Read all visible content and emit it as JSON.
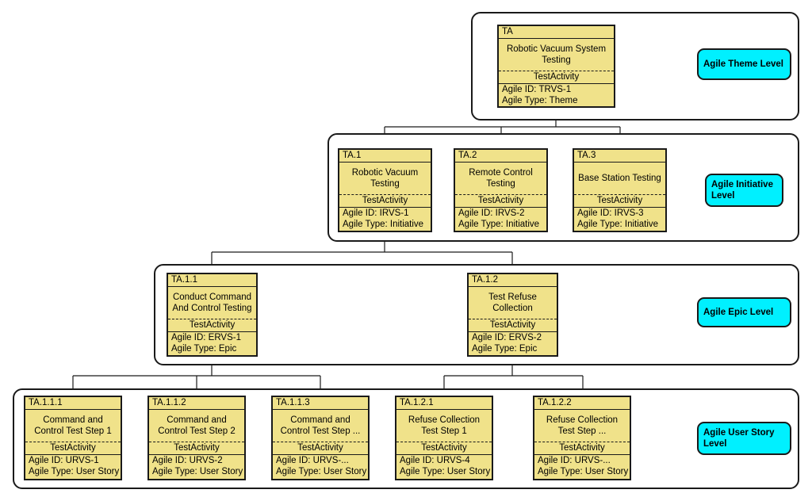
{
  "levels": {
    "theme": "Agile Theme Level",
    "initiative": "Agile Initiative Level",
    "epic": "Agile Epic Level",
    "story": "Agile User Story Level"
  },
  "nodes": {
    "ta": {
      "id": "TA",
      "name": "Robotic Vacuum System Testing",
      "type": "TestActivity",
      "agile_id": "Agile ID: TRVS-1",
      "agile_type": "Agile Type: Theme"
    },
    "ta1": {
      "id": "TA.1",
      "name": "Robotic Vacuum Testing",
      "type": "TestActivity",
      "agile_id": "Agile ID: IRVS-1",
      "agile_type": "Agile Type: Initiative"
    },
    "ta2": {
      "id": "TA.2",
      "name": "Remote Control Testing",
      "type": "TestActivity",
      "agile_id": "Agile ID: IRVS-2",
      "agile_type": "Agile Type: Initiative"
    },
    "ta3": {
      "id": "TA.3",
      "name": "Base Station Testing",
      "type": "TestActivity",
      "agile_id": "Agile ID: IRVS-3",
      "agile_type": "Agile Type: Initiative"
    },
    "ta11": {
      "id": "TA.1.1",
      "name": "Conduct Command And Control Testing",
      "type": "TestActivity",
      "agile_id": "Agile ID: ERVS-1",
      "agile_type": "Agile Type: Epic"
    },
    "ta12": {
      "id": "TA.1.2",
      "name": "Test Refuse Collection",
      "type": "TestActivity",
      "agile_id": "Agile ID: ERVS-2",
      "agile_type": "Agile Type: Epic"
    },
    "ta111": {
      "id": "TA.1.1.1",
      "name": "Command and Control Test Step 1",
      "type": "TestActivity",
      "agile_id": "Agile ID: URVS-1",
      "agile_type": "Agile Type: User Story"
    },
    "ta112": {
      "id": "TA.1.1.2",
      "name": "Command and Control Test Step 2",
      "type": "TestActivity",
      "agile_id": "Agile ID: URVS-2",
      "agile_type": "Agile Type: User Story"
    },
    "ta113": {
      "id": "TA.1.1.3",
      "name": "Command and Control Test Step ...",
      "type": "TestActivity",
      "agile_id": "Agile ID: URVS-...",
      "agile_type": "Agile Type: User Story"
    },
    "ta121": {
      "id": "TA.1.2.1",
      "name": "Refuse Collection Test Step 1",
      "type": "TestActivity",
      "agile_id": "Agile ID: URVS-4",
      "agile_type": "Agile Type: User Story"
    },
    "ta122": {
      "id": "TA.1.2.2",
      "name": "Refuse Collection Test Step ...",
      "type": "TestActivity",
      "agile_id": "Agile ID: URVS-...",
      "agile_type": "Agile Type: User Story"
    }
  },
  "colors": {
    "node_fill": "#f0e28a",
    "tag_fill": "#00f0ff",
    "border": "#1a1a1a"
  }
}
